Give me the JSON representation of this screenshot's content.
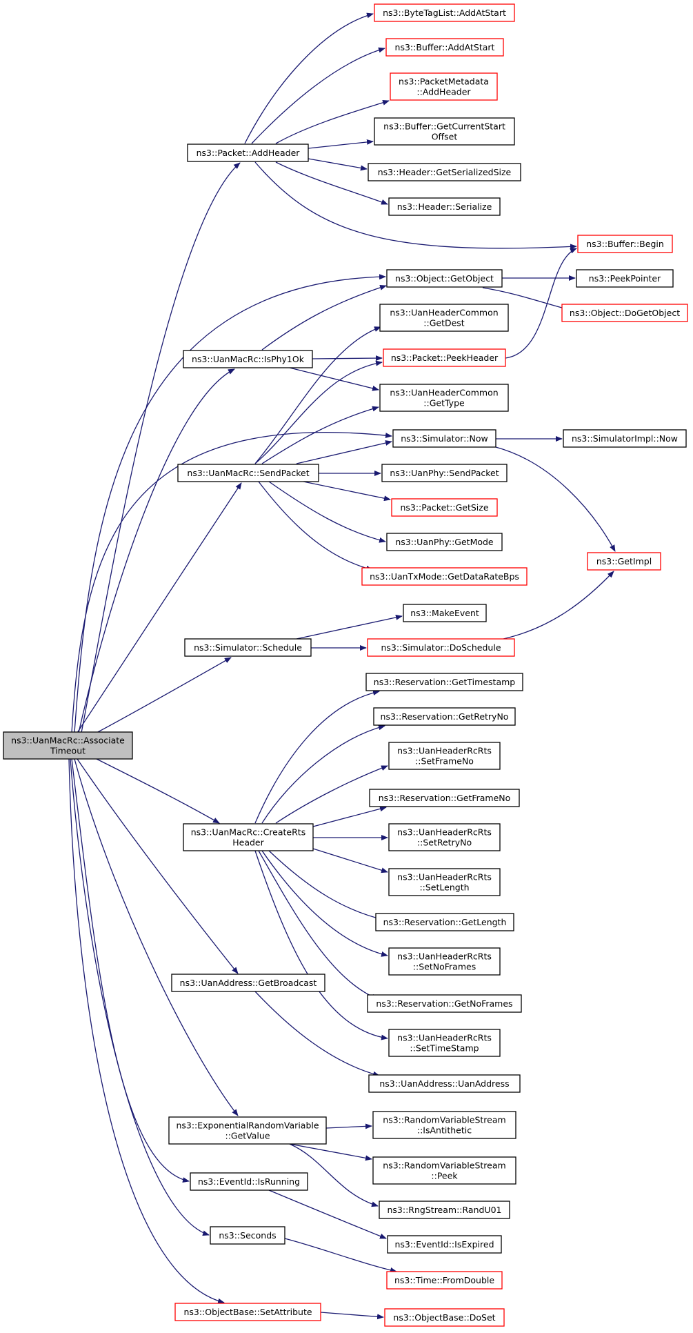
{
  "diagram": {
    "type": "call-graph",
    "colors": {
      "edge": "#191970",
      "normal_border": "#000000",
      "incomplete_border": "#ff0000",
      "root_fill": "#bfbfbf"
    },
    "nodes": [
      {
        "id": "root",
        "lines": [
          "ns3::UanMacRc::Associate",
          "Timeout"
        ],
        "style": "root"
      },
      {
        "id": "pkt_addheader",
        "lines": [
          "ns3::Packet::AddHeader"
        ],
        "style": "normal"
      },
      {
        "id": "btl_addatstart",
        "lines": [
          "ns3::ByteTagList::AddAtStart"
        ],
        "style": "red"
      },
      {
        "id": "buf_addatstart",
        "lines": [
          "ns3::Buffer::AddAtStart"
        ],
        "style": "red"
      },
      {
        "id": "pm_addheader",
        "lines": [
          "ns3::PacketMetadata",
          "::AddHeader"
        ],
        "style": "red"
      },
      {
        "id": "buf_getcurrentstart",
        "lines": [
          "ns3::Buffer::GetCurrentStart",
          "Offset"
        ],
        "style": "normal"
      },
      {
        "id": "hdr_getserializedsize",
        "lines": [
          "ns3::Header::GetSerializedSize"
        ],
        "style": "normal"
      },
      {
        "id": "hdr_serialize",
        "lines": [
          "ns3::Header::Serialize"
        ],
        "style": "normal"
      },
      {
        "id": "buf_begin",
        "lines": [
          "ns3::Buffer::Begin"
        ],
        "style": "red"
      },
      {
        "id": "obj_getobject",
        "lines": [
          "ns3::Object::GetObject"
        ],
        "style": "normal"
      },
      {
        "id": "peekpointer",
        "lines": [
          "ns3::PeekPointer"
        ],
        "style": "normal"
      },
      {
        "id": "obj_dogetobject",
        "lines": [
          "ns3::Object::DoGetObject"
        ],
        "style": "red"
      },
      {
        "id": "uhc_getdest",
        "lines": [
          "ns3::UanHeaderCommon",
          "::GetDest"
        ],
        "style": "normal"
      },
      {
        "id": "isphy1ok",
        "lines": [
          "ns3::UanMacRc::IsPhy1Ok"
        ],
        "style": "normal"
      },
      {
        "id": "pkt_peekheader",
        "lines": [
          "ns3::Packet::PeekHeader"
        ],
        "style": "red"
      },
      {
        "id": "uhc_gettype",
        "lines": [
          "ns3::UanHeaderCommon",
          "::GetType"
        ],
        "style": "normal"
      },
      {
        "id": "sim_now",
        "lines": [
          "ns3::Simulator::Now"
        ],
        "style": "normal"
      },
      {
        "id": "simimpl_now",
        "lines": [
          "ns3::SimulatorImpl::Now"
        ],
        "style": "normal"
      },
      {
        "id": "sendpacket",
        "lines": [
          "ns3::UanMacRc::SendPacket"
        ],
        "style": "normal"
      },
      {
        "id": "phy_sendpacket",
        "lines": [
          "ns3::UanPhy::SendPacket"
        ],
        "style": "normal"
      },
      {
        "id": "pkt_getsize",
        "lines": [
          "ns3::Packet::GetSize"
        ],
        "style": "red"
      },
      {
        "id": "phy_getmode",
        "lines": [
          "ns3::UanPhy::GetMode"
        ],
        "style": "normal"
      },
      {
        "id": "getimpl",
        "lines": [
          "ns3::GetImpl"
        ],
        "style": "red"
      },
      {
        "id": "txmode_getdatarate",
        "lines": [
          "ns3::UanTxMode::GetDataRateBps"
        ],
        "style": "red"
      },
      {
        "id": "makeevent",
        "lines": [
          "ns3::MakeEvent"
        ],
        "style": "normal"
      },
      {
        "id": "sim_schedule",
        "lines": [
          "ns3::Simulator::Schedule"
        ],
        "style": "normal"
      },
      {
        "id": "sim_doschedule",
        "lines": [
          "ns3::Simulator::DoSchedule"
        ],
        "style": "red"
      },
      {
        "id": "res_gettimestamp",
        "lines": [
          "ns3::Reservation::GetTimestamp"
        ],
        "style": "normal"
      },
      {
        "id": "res_getretryno",
        "lines": [
          "ns3::Reservation::GetRetryNo"
        ],
        "style": "normal"
      },
      {
        "id": "rcrts_setframeno",
        "lines": [
          "ns3::UanHeaderRcRts",
          "::SetFrameNo"
        ],
        "style": "normal"
      },
      {
        "id": "res_getframeno",
        "lines": [
          "ns3::Reservation::GetFrameNo"
        ],
        "style": "normal"
      },
      {
        "id": "creatertsheader",
        "lines": [
          "ns3::UanMacRc::CreateRts",
          "Header"
        ],
        "style": "normal"
      },
      {
        "id": "rcrts_setretryno",
        "lines": [
          "ns3::UanHeaderRcRts",
          "::SetRetryNo"
        ],
        "style": "normal"
      },
      {
        "id": "rcrts_setlength",
        "lines": [
          "ns3::UanHeaderRcRts",
          "::SetLength"
        ],
        "style": "normal"
      },
      {
        "id": "res_getlength",
        "lines": [
          "ns3::Reservation::GetLength"
        ],
        "style": "normal"
      },
      {
        "id": "rcrts_setnoframes",
        "lines": [
          "ns3::UanHeaderRcRts",
          "::SetNoFrames"
        ],
        "style": "normal"
      },
      {
        "id": "addr_getbroadcast",
        "lines": [
          "ns3::UanAddress::GetBroadcast"
        ],
        "style": "normal"
      },
      {
        "id": "res_getnoframes",
        "lines": [
          "ns3::Reservation::GetNoFrames"
        ],
        "style": "normal"
      },
      {
        "id": "rcrts_settimestamp",
        "lines": [
          "ns3::UanHeaderRcRts",
          "::SetTimeStamp"
        ],
        "style": "normal"
      },
      {
        "id": "addr_uanaddress",
        "lines": [
          "ns3::UanAddress::UanAddress"
        ],
        "style": "normal"
      },
      {
        "id": "exprv_getvalue",
        "lines": [
          "ns3::ExponentialRandomVariable",
          "::GetValue"
        ],
        "style": "normal"
      },
      {
        "id": "rvs_isantithetic",
        "lines": [
          "ns3::RandomVariableStream",
          "::IsAntithetic"
        ],
        "style": "normal"
      },
      {
        "id": "rvs_peek",
        "lines": [
          "ns3::RandomVariableStream",
          "::Peek"
        ],
        "style": "normal"
      },
      {
        "id": "eventid_isrunning",
        "lines": [
          "ns3::EventId::IsRunning"
        ],
        "style": "normal"
      },
      {
        "id": "rng_randu01",
        "lines": [
          "ns3::RngStream::RandU01"
        ],
        "style": "normal"
      },
      {
        "id": "seconds",
        "lines": [
          "ns3::Seconds"
        ],
        "style": "normal"
      },
      {
        "id": "eventid_isexpired",
        "lines": [
          "ns3::EventId::IsExpired"
        ],
        "style": "normal"
      },
      {
        "id": "time_fromdouble",
        "lines": [
          "ns3::Time::FromDouble"
        ],
        "style": "red"
      },
      {
        "id": "objbase_setattribute",
        "lines": [
          "ns3::ObjectBase::SetAttribute"
        ],
        "style": "red"
      },
      {
        "id": "objbase_doset",
        "lines": [
          "ns3::ObjectBase::DoSet"
        ],
        "style": "red"
      }
    ],
    "edges": [
      [
        "root",
        "pkt_addheader"
      ],
      [
        "root",
        "obj_getobject"
      ],
      [
        "root",
        "isphy1ok"
      ],
      [
        "root",
        "sim_now"
      ],
      [
        "root",
        "sendpacket"
      ],
      [
        "root",
        "sim_schedule"
      ],
      [
        "root",
        "creatertsheader"
      ],
      [
        "root",
        "addr_getbroadcast"
      ],
      [
        "root",
        "exprv_getvalue"
      ],
      [
        "root",
        "eventid_isrunning"
      ],
      [
        "root",
        "seconds"
      ],
      [
        "root",
        "objbase_setattribute"
      ],
      [
        "pkt_addheader",
        "btl_addatstart"
      ],
      [
        "pkt_addheader",
        "buf_addatstart"
      ],
      [
        "pkt_addheader",
        "pm_addheader"
      ],
      [
        "pkt_addheader",
        "buf_getcurrentstart"
      ],
      [
        "pkt_addheader",
        "hdr_getserializedsize"
      ],
      [
        "pkt_addheader",
        "hdr_serialize"
      ],
      [
        "pkt_addheader",
        "buf_begin"
      ],
      [
        "obj_getobject",
        "peekpointer"
      ],
      [
        "obj_getobject",
        "obj_dogetobject"
      ],
      [
        "isphy1ok",
        "obj_getobject"
      ],
      [
        "isphy1ok",
        "pkt_peekheader"
      ],
      [
        "isphy1ok",
        "uhc_gettype"
      ],
      [
        "pkt_peekheader",
        "buf_begin"
      ],
      [
        "sim_now",
        "simimpl_now"
      ],
      [
        "sim_now",
        "getimpl"
      ],
      [
        "sendpacket",
        "uhc_getdest"
      ],
      [
        "sendpacket",
        "pkt_peekheader"
      ],
      [
        "sendpacket",
        "uhc_gettype"
      ],
      [
        "sendpacket",
        "sim_now"
      ],
      [
        "sendpacket",
        "phy_sendpacket"
      ],
      [
        "sendpacket",
        "pkt_getsize"
      ],
      [
        "sendpacket",
        "phy_getmode"
      ],
      [
        "sendpacket",
        "txmode_getdatarate"
      ],
      [
        "sim_schedule",
        "makeevent"
      ],
      [
        "sim_schedule",
        "sim_doschedule"
      ],
      [
        "sim_doschedule",
        "getimpl"
      ],
      [
        "creatertsheader",
        "res_gettimestamp"
      ],
      [
        "creatertsheader",
        "res_getretryno"
      ],
      [
        "creatertsheader",
        "rcrts_setframeno"
      ],
      [
        "creatertsheader",
        "res_getframeno"
      ],
      [
        "creatertsheader",
        "rcrts_setretryno"
      ],
      [
        "creatertsheader",
        "rcrts_setlength"
      ],
      [
        "creatertsheader",
        "res_getlength"
      ],
      [
        "creatertsheader",
        "rcrts_setnoframes"
      ],
      [
        "creatertsheader",
        "res_getnoframes"
      ],
      [
        "creatertsheader",
        "rcrts_settimestamp"
      ],
      [
        "addr_getbroadcast",
        "addr_uanaddress"
      ],
      [
        "exprv_getvalue",
        "rvs_isantithetic"
      ],
      [
        "exprv_getvalue",
        "rvs_peek"
      ],
      [
        "exprv_getvalue",
        "rng_randu01"
      ],
      [
        "eventid_isrunning",
        "eventid_isexpired"
      ],
      [
        "seconds",
        "time_fromdouble"
      ],
      [
        "objbase_setattribute",
        "objbase_doset"
      ]
    ]
  }
}
